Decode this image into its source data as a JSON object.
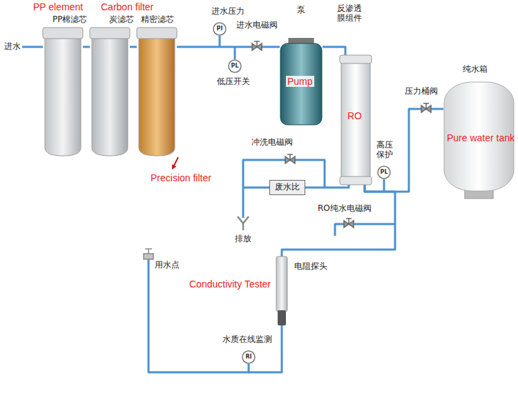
{
  "diagram": {
    "nodes": [
      {
        "text": [
          "PP element",
          "PP棉滤芯"
        ]
      },
      {
        "text": [
          "Carbon filter",
          "炭滤芯"
        ]
      },
      {
        "text": [
          "精密滤芯",
          "Precision filter"
        ]
      },
      {
        "text": [
          "PI"
        ]
      },
      {
        "text": [
          "PL"
        ]
      },
      {
        "text": [
          "泵",
          "Pump"
        ]
      },
      {
        "text": [
          "反渗透 膜组件",
          "RO"
        ]
      },
      {
        "text": [
          "纯水箱",
          "Pure water tank"
        ]
      },
      {
        "text": [
          "PL"
        ]
      },
      {
        "text": [
          "废水比"
        ]
      },
      {
        "text": [
          "电阻探头",
          "Conductivity Tester"
        ]
      },
      {
        "text": [
          "RI"
        ]
      }
    ],
    "edges": [
      {
        "from": 0,
        "to": 1,
        "arrow": "none"
      },
      {
        "from": 1,
        "to": 2,
        "arrow": "none"
      },
      {
        "from": 2,
        "to": 5,
        "arrow": "none"
      },
      {
        "from": 5,
        "to": 6,
        "arrow": "none"
      },
      {
        "from": 6,
        "to": 7,
        "arrow": "none"
      },
      {
        "from": 6,
        "to": 9,
        "arrow": "none"
      },
      {
        "from": 6,
        "to": 10,
        "arrow": "none"
      },
      {
        "from": 10,
        "to": 11,
        "arrow": "none"
      }
    ],
    "labels": [
      "进水",
      "进水压力",
      "进水电磁阀",
      "低压开关",
      "压力桶阀",
      "高压 保护",
      "冲洗电磁阀",
      "排放",
      "RO纯水电磁阀",
      "用水点",
      "水质在线监测"
    ]
  }
}
